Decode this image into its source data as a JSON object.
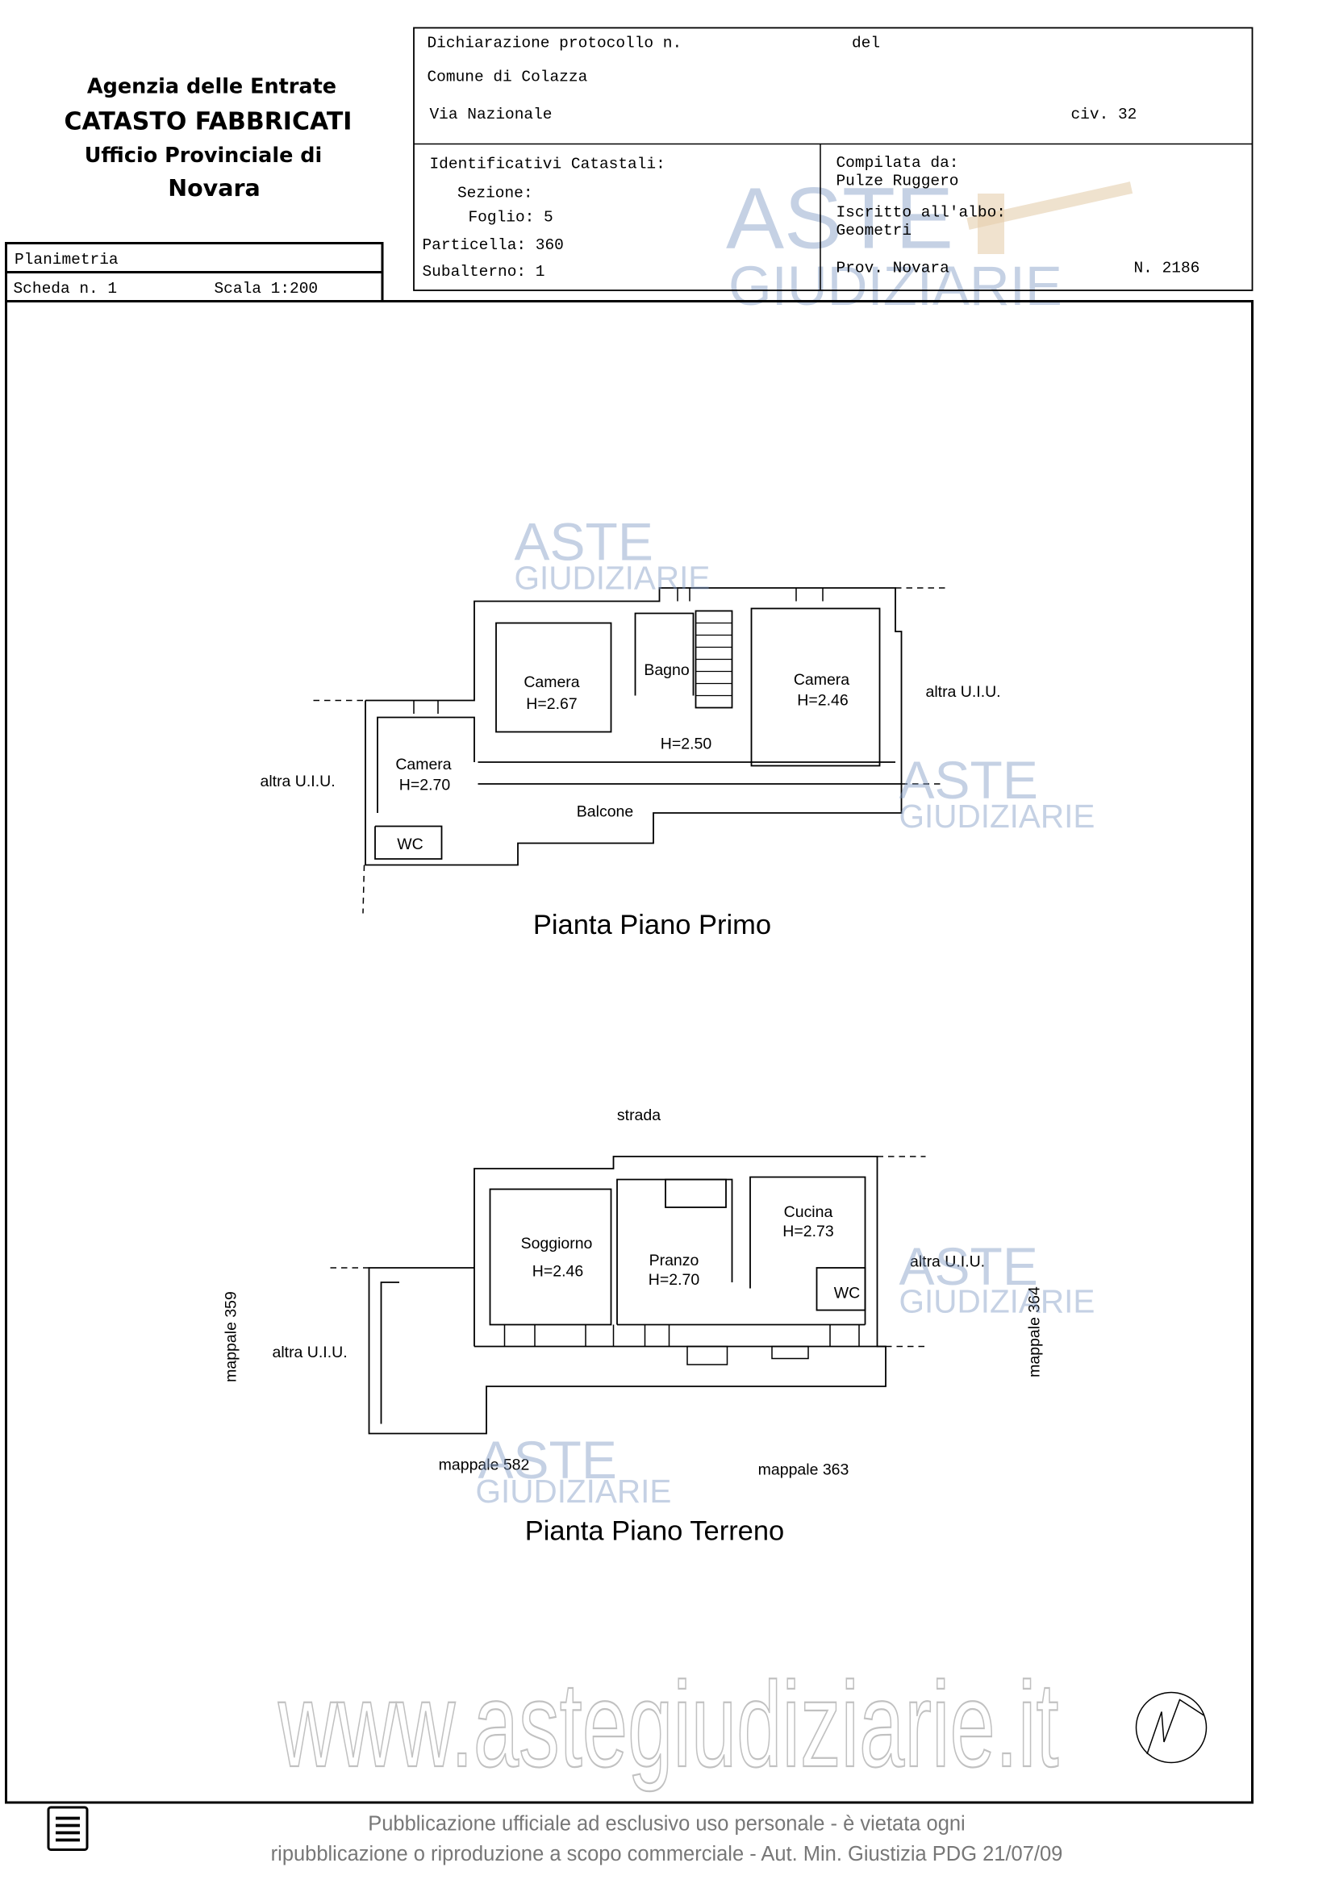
{
  "header": {
    "agency": "Agenzia delle Entrate",
    "title": "CATASTO FABBRICATI",
    "office": "Ufficio Provinciale di",
    "province": "Novara"
  },
  "declaration": {
    "protocol_label": "Dichiarazione protocollo n.",
    "del_label": "del",
    "comune": "Comune di Colazza",
    "via": "Via Nazionale",
    "civ": "civ. 32"
  },
  "identifiers": {
    "title": "Identificativi Catastali:",
    "sezione": "Sezione:",
    "foglio": "Foglio: 5",
    "particella": "Particella: 360",
    "subalterno": "Subalterno: 1"
  },
  "compiler": {
    "label": "Compilata da:",
    "name": "Pulze Ruggero",
    "albo_label": "Iscritto all'albo:",
    "albo": "Geometri",
    "prov": "Prov. Novara",
    "number": "N. 2186"
  },
  "sheet": {
    "type": "Planimetria",
    "scheda": "Scheda n. 1",
    "scala": "Scala 1:200"
  },
  "first_floor": {
    "title": "Pianta Piano Primo",
    "rooms": {
      "camera1": "Camera",
      "camera1_h": "H=2.67",
      "bagno": "Bagno",
      "camera2": "Camera",
      "camera2_h": "H=2.46",
      "corridor_h": "H=2.50",
      "camera3": "Camera",
      "camera3_h": "H=2.70",
      "wc": "WC",
      "balcone": "Balcone"
    },
    "neighbors": {
      "left": "altra U.I.U.",
      "right": "altra U.I.U."
    }
  },
  "ground_floor": {
    "title": "Pianta Piano Terreno",
    "street": "strada",
    "rooms": {
      "soggiorno": "Soggiorno",
      "soggiorno_h": "H=2.46",
      "pranzo": "Pranzo",
      "pranzo_h": "H=2.70",
      "cucina": "Cucina",
      "cucina_h": "H=2.73",
      "wc": "WC"
    },
    "neighbors": {
      "left": "altra U.I.U.",
      "right": "altra U.I.U.",
      "mappale_left": "mappale 359",
      "mappale_right": "mappale 364",
      "mappale_bottom_left": "mappale 582",
      "mappale_bottom_right": "mappale 363"
    }
  },
  "watermark": {
    "brand_top": "ASTE",
    "brand_bottom": "GIUDIZIARIE",
    "url": "www.astegiudiziarie.it"
  },
  "footer": {
    "line1": "Pubblicazione ufficiale ad esclusivo uso personale - è vietata ogni",
    "line2": "ripubblicazione o riproduzione a scopo commerciale - Aut. Min. Giustizia PDG 21/07/09"
  }
}
